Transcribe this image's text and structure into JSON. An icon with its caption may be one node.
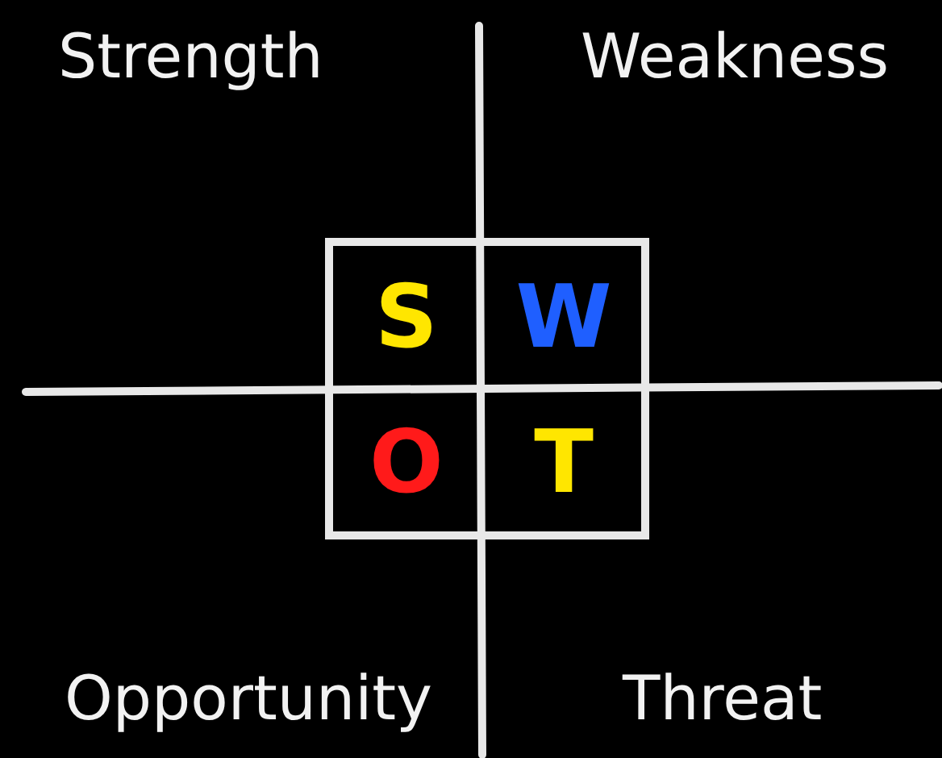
{
  "diagram": {
    "nodes": [
      {
        "text": [
          "S"
        ]
      },
      {
        "text": [
          "W"
        ]
      },
      {
        "text": [
          "O"
        ]
      },
      {
        "text": [
          "T"
        ]
      }
    ],
    "labels": [
      "Strength",
      "Weakness",
      "Opportunity",
      "Threat"
    ]
  }
}
